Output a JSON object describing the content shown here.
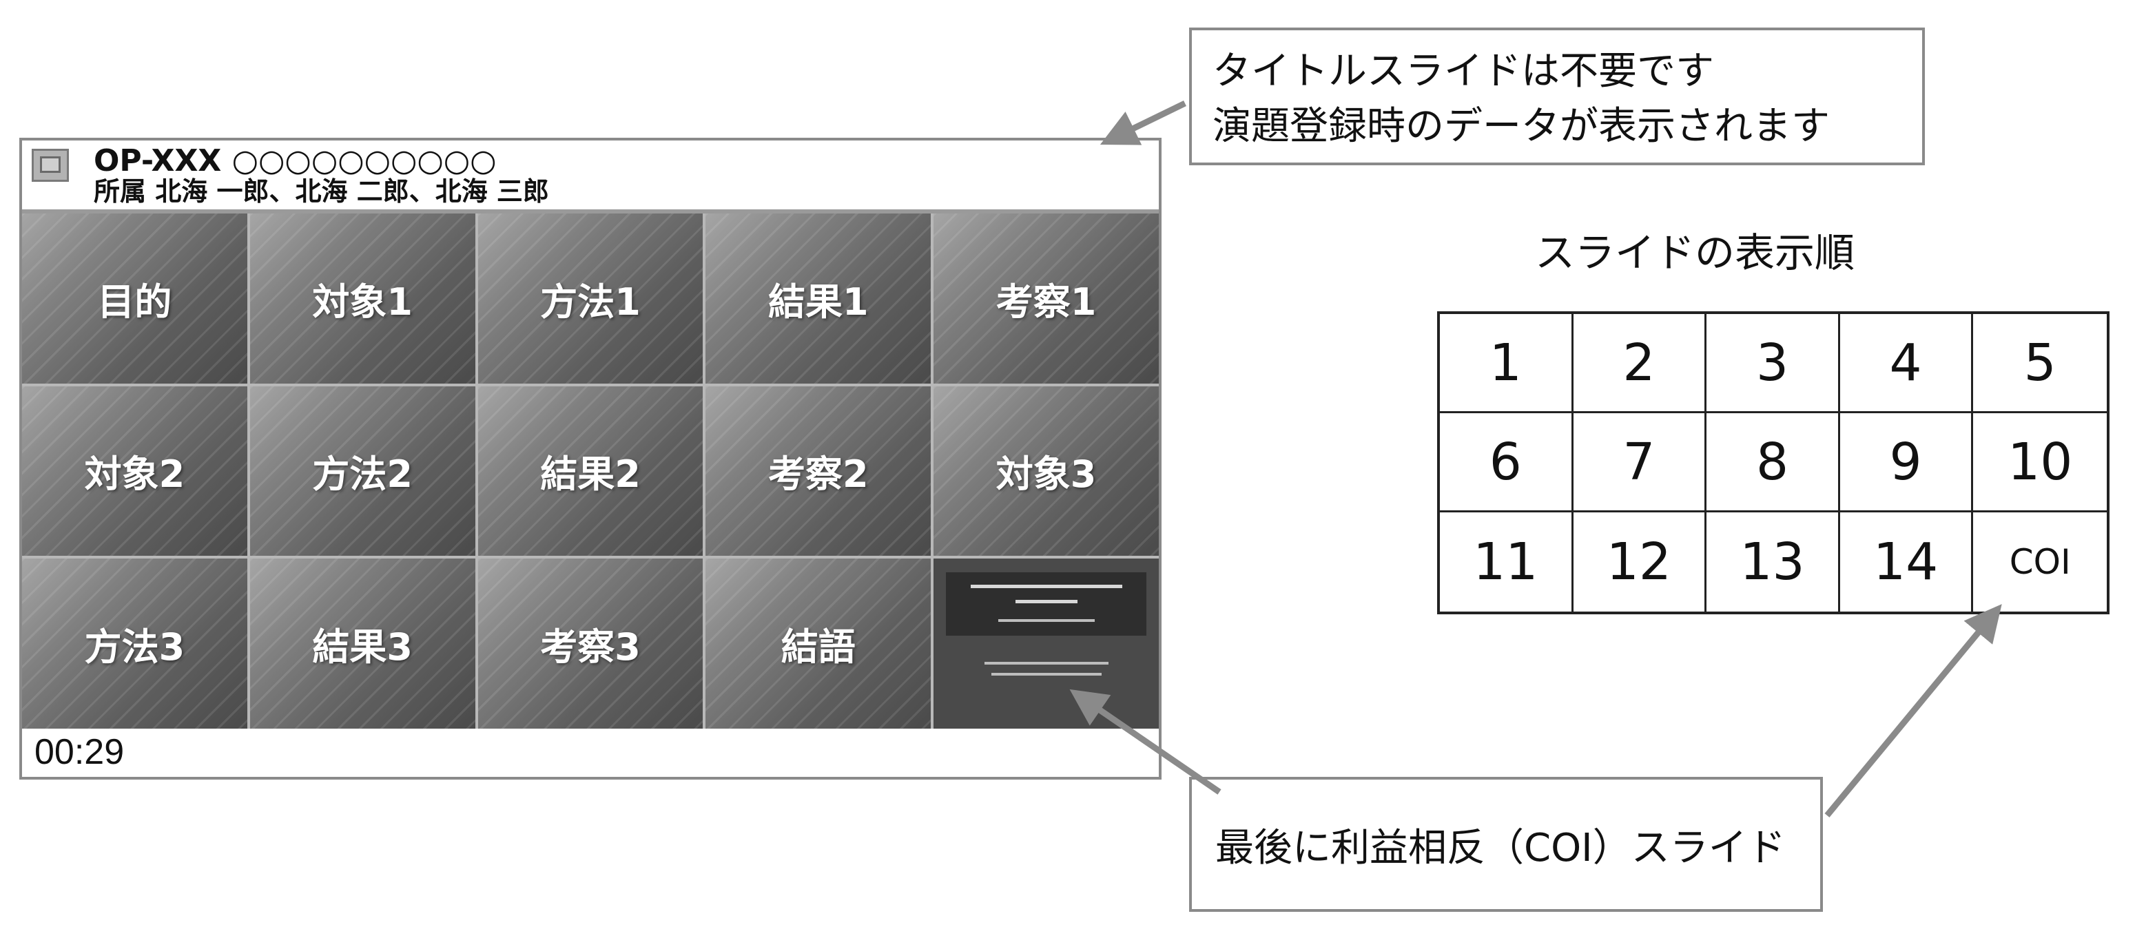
{
  "screen": {
    "title": "OP-XXX ○○○○○○○○○○",
    "authors": "所属 北海 一郎、北海 二郎、北海 三郎",
    "tiles": [
      "目的",
      "対象1",
      "方法1",
      "結果1",
      "考察1",
      "対象2",
      "方法2",
      "結果2",
      "考察2",
      "対象3",
      "方法3",
      "結果3",
      "考察3",
      "結語"
    ],
    "timer": "00:29"
  },
  "callouts": {
    "top_line1": "タイトルスライドは不要です",
    "top_line2": "演題登録時のデータが表示されます",
    "bottom": "最後に利益相反（COI）スライド"
  },
  "order": {
    "title": "スライドの表示順",
    "cells": [
      "1",
      "2",
      "3",
      "4",
      "5",
      "6",
      "7",
      "8",
      "9",
      "10",
      "11",
      "12",
      "13",
      "14",
      "COI"
    ]
  },
  "colors": {
    "frame": "#8a8a8a",
    "tile_dark": "#4a4a4a",
    "tile_light": "#a6a6a6",
    "table_border": "#222222"
  }
}
